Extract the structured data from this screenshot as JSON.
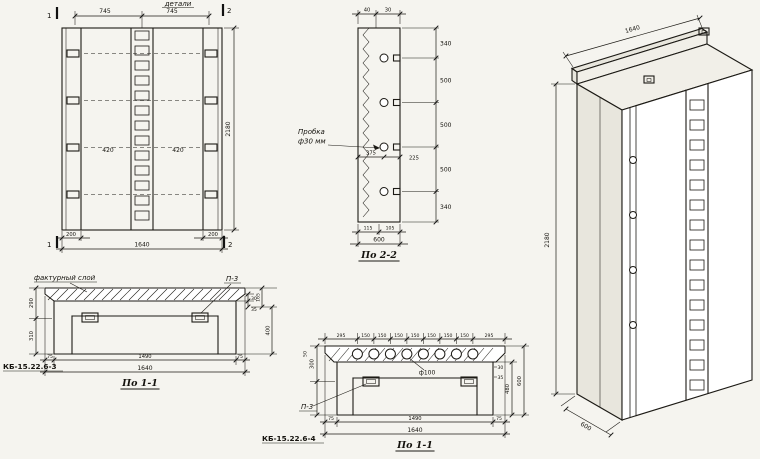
{
  "colors": {
    "paper": "#f5f4ef",
    "ink": "#1c1a15"
  },
  "elevation": {
    "dim_half_left": "745",
    "dim_half_right": "745",
    "details_label": "детали",
    "dim_height": "2180",
    "dim_inner_left": "420",
    "dim_inner_right": "420",
    "dim_edge_left": "200",
    "dim_edge_right": "200",
    "dim_width": "1640",
    "cut_mark_1_top": "1",
    "cut_mark_1_bottom": "1",
    "cut_mark_2_top": "2",
    "cut_mark_2_bottom": "2"
  },
  "section_2_2": {
    "title": "По 2-2",
    "dim_top_a": "40",
    "dim_top_b": "30",
    "right_dims": [
      "340",
      "500",
      "500",
      "500",
      "340"
    ],
    "dim_inner_a": "375",
    "dim_inner_b": "225",
    "plug_label_line1": "Пробка",
    "plug_label_line2": "ф30 мм",
    "dim_bottom_a": "115",
    "dim_bottom_b": "105",
    "dim_bottom_total": "600"
  },
  "isometric": {
    "dim_width": "1640",
    "dim_height": "2180",
    "dim_depth": "600"
  },
  "section_1_1_left": {
    "finish_layer_label": "фактурный слой",
    "embed_label": "П-3",
    "dim_depth_top": "290",
    "dim_depth_bottom": "310",
    "dim_a": "30",
    "dim_b": "35",
    "dim_c": "165",
    "dim_d": "400",
    "dim_margin_left": "75",
    "dim_span": "1490",
    "dim_margin_right": "75",
    "dim_width": "1640",
    "part_mark": "КБ-15.22.6-3",
    "title": "По 1-1"
  },
  "section_1_1_right": {
    "top_dims": [
      "295",
      "150",
      "150",
      "150",
      "150",
      "150",
      "150",
      "150",
      "295"
    ],
    "hole_label": "ф100",
    "dim_e": "50",
    "dim_depth_top": "300",
    "dim_a": "30",
    "dim_b": "35",
    "dim_c": "480",
    "dim_d": "600",
    "dim_margin_left": "75",
    "dim_span": "1490",
    "dim_margin_right": "75",
    "dim_width": "1640",
    "embed_label": "П-3",
    "part_mark": "КБ-15.22.6-4",
    "title": "По 1-1"
  }
}
